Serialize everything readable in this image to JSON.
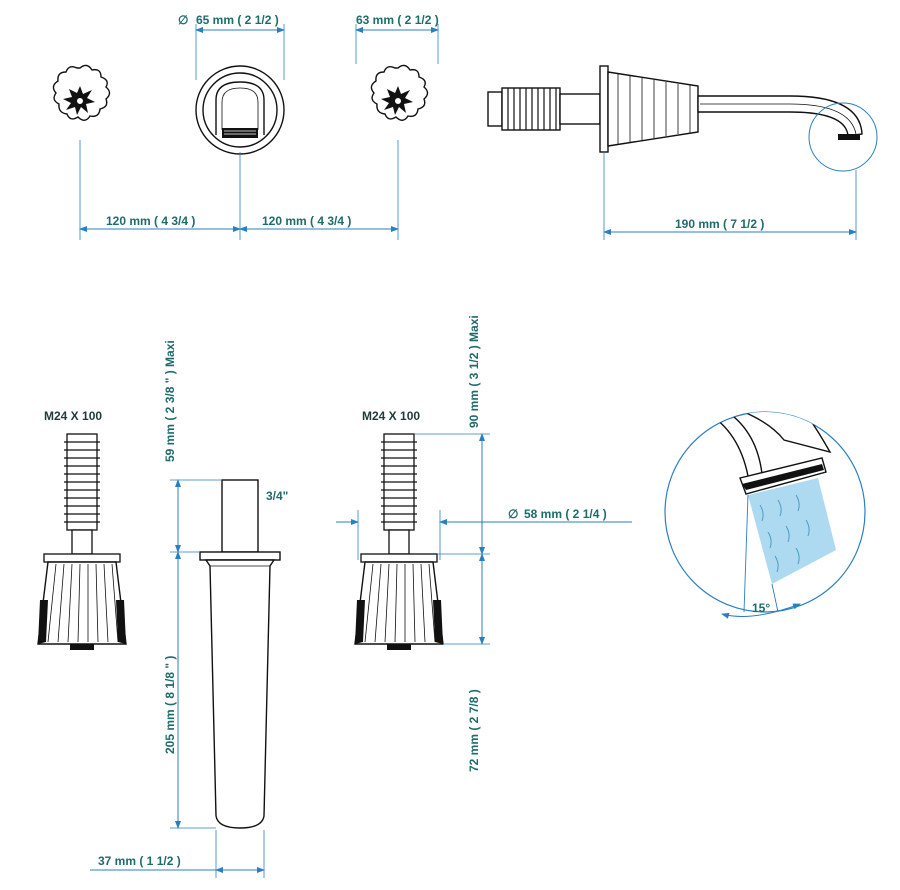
{
  "dimensions": {
    "diameter_symbol": "∅",
    "top_valve_diameter": "65 mm ( 2 1/2 )",
    "top_handle_width": "63 mm ( 2 1/2 )",
    "spacing_left": "120 mm ( 4 3/4 )",
    "spacing_right": "120 mm ( 4 3/4 )",
    "spout_length": "190 mm ( 7 1/2 )",
    "shank_max": "59 mm ( 2 3/8 \" )  Maxi",
    "body_length": "205 mm ( 8 1/8 \" )",
    "thread_size": "3/4\"",
    "body_width": "37 mm ( 1 1/2 )",
    "handle_shank_max": "90 mm ( 3 1/2 )  Maxi",
    "flange_diameter": "58 mm ( 2 1/4 )",
    "handle_height": "72 mm ( 2 7/8 )",
    "spray_angle": "15°"
  },
  "labels": {
    "thread_left": "M24 X 100",
    "thread_right": "M24 X 100"
  },
  "colors": {
    "dimension_line": "#2a7fbf",
    "dimension_text": "#1f6b6b",
    "water": "#9fd3ef",
    "ink": "#111111"
  }
}
